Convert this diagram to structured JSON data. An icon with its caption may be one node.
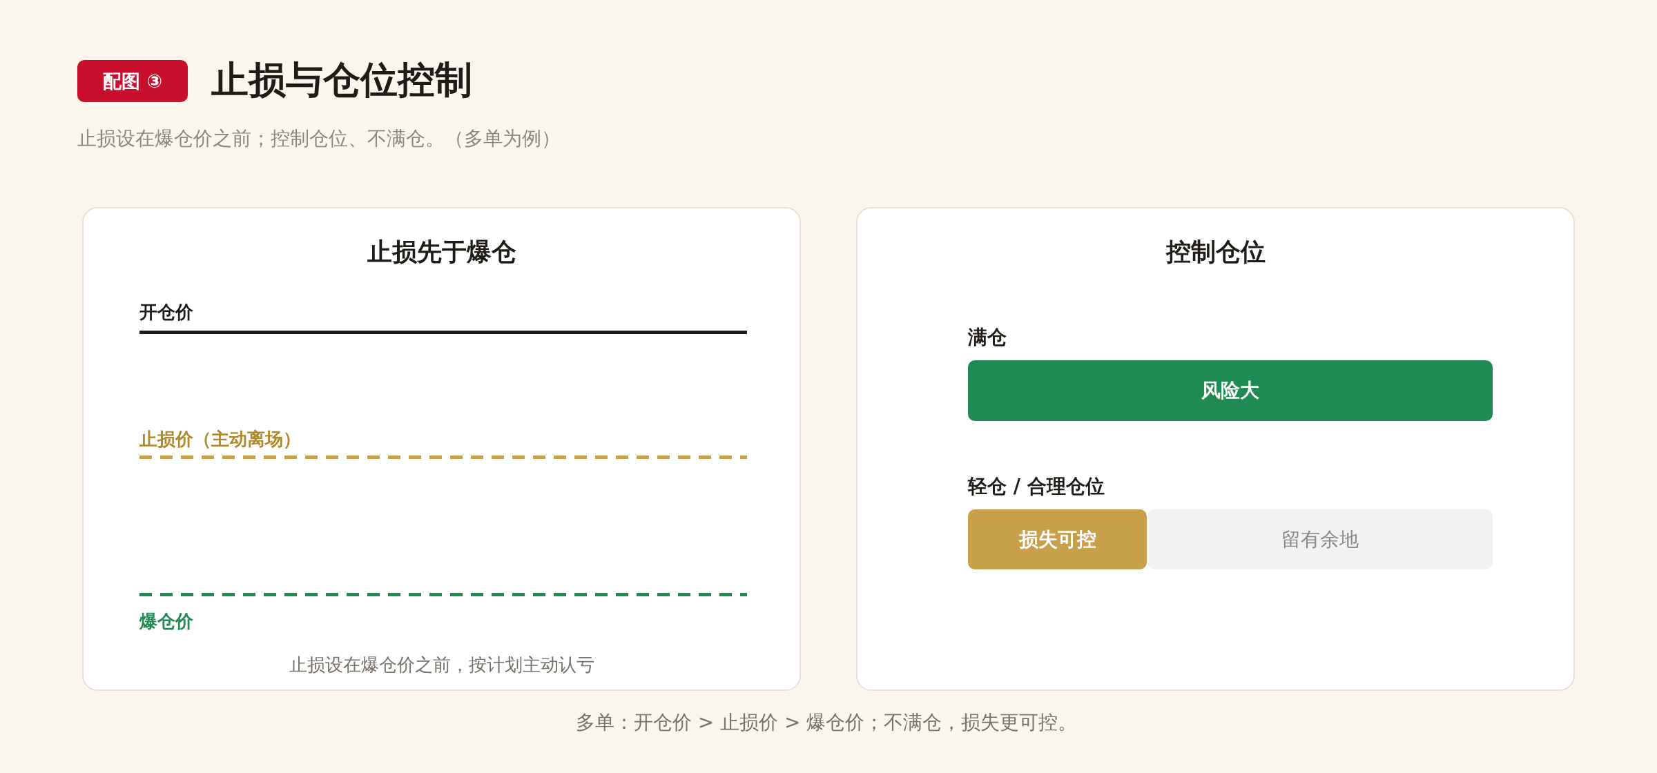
{
  "diagram": {
    "title": "止损与仓位控制",
    "caption": "多单：开仓价 > 止损价 > 爆仓价；不满仓，损失更可控。",
    "nodes": [
      {
        "text": [
          "配图 ③"
        ]
      },
      {
        "text": [
          "止损先于爆仓",
          "止损设在爆仓价之前，按计划主动认亏"
        ]
      },
      {
        "text": [
          "开仓价"
        ],
        "in": 1
      },
      {
        "text": [
          "止损价（主动离场）"
        ],
        "in": 1
      },
      {
        "text": [
          "爆仓价"
        ],
        "in": 1
      },
      {
        "text": [
          "控制仓位"
        ]
      },
      {
        "text": [
          "满仓",
          "风险大"
        ],
        "in": 5
      },
      {
        "text": [
          "轻仓 / 合理仓位"
        ],
        "in": 5
      },
      {
        "text": [
          "损失可控"
        ],
        "in": 7
      },
      {
        "text": [
          "留有余地"
        ],
        "in": 7
      }
    ],
    "labels": [
      "止损设在爆仓价之前；控制仓位、不满仓。（多单为例）"
    ]
  }
}
